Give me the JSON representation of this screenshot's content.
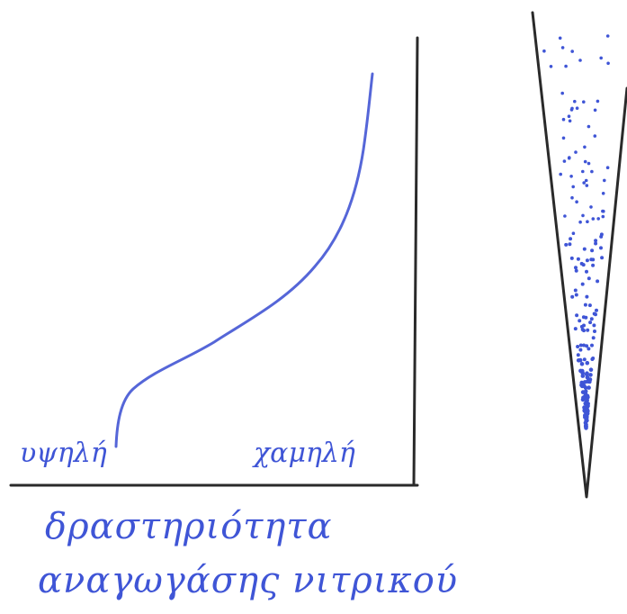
{
  "colors": {
    "axis": "#2a2a2a",
    "ink": "#3f55d6",
    "background": "#ffffff"
  },
  "graph": {
    "x_left_label": "υψηλή",
    "x_right_label": "χαμηλή"
  },
  "caption": {
    "line1": "δραστηριότητα",
    "line2": "αναγωγάσης νιτρικού"
  }
}
